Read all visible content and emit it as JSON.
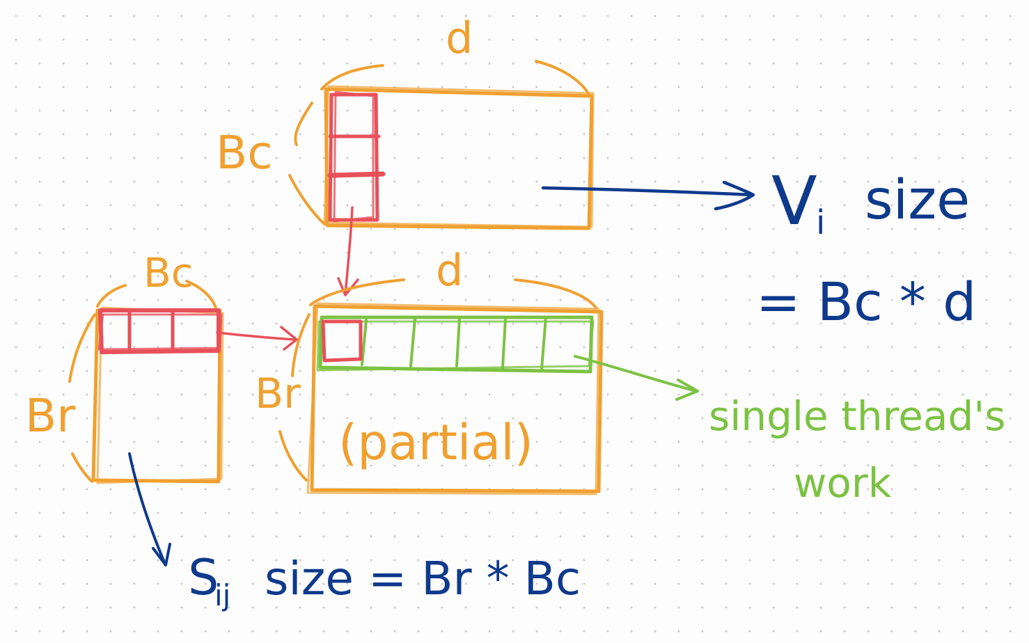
{
  "colors": {
    "orange": "#f0a030",
    "red": "#e8505a",
    "green": "#7cc242",
    "blue": "#0e3a8c",
    "dot": "#c9c9c9"
  },
  "labels": {
    "v_block_width": "d",
    "v_block_height": "Bc",
    "v_size_line1": "V",
    "v_size_subscript": "i",
    "v_size_word": "size",
    "v_size_line2": "= Bc * d",
    "s_block_width": "Bc",
    "s_block_height": "Br",
    "out_block_width": "d",
    "out_block_height": "Br",
    "partial": "(partial)",
    "single_thread_line1": "single thread's",
    "single_thread_line2": "work",
    "s_size_s": "S",
    "s_size_sub": "ij",
    "s_size_rest": "size = Br * Bc"
  }
}
